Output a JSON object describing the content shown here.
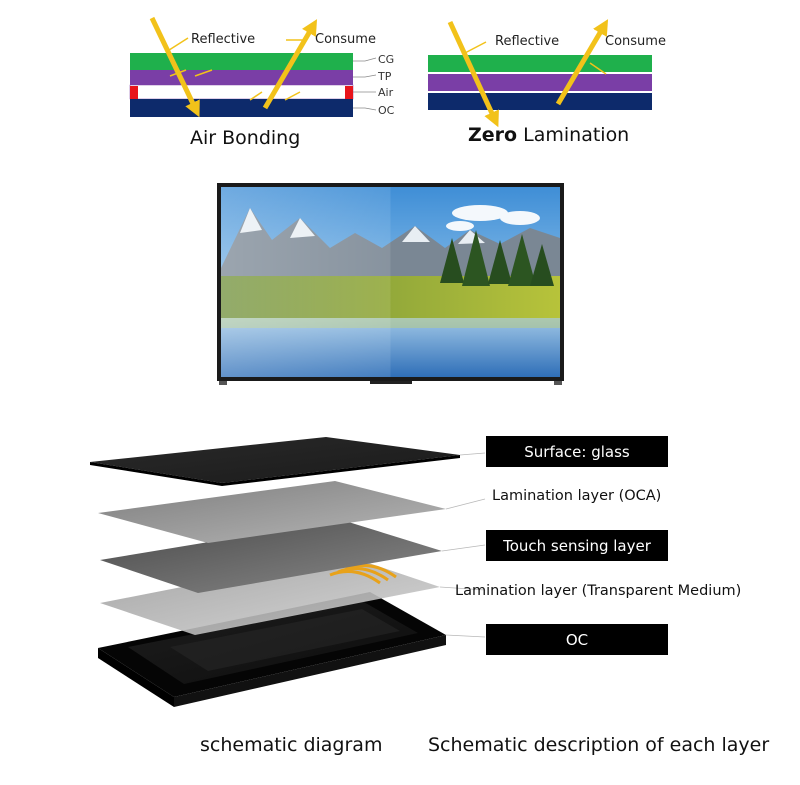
{
  "air_bonding": {
    "reflective": "Reflective",
    "consume": "Consume",
    "layer_labels": [
      "CG",
      "TP",
      "Air",
      "OC"
    ],
    "caption": "Air Bonding"
  },
  "zero_lamination": {
    "reflective": "Reflective",
    "consume": "Consume",
    "caption_bold": "Zero",
    "caption_rest": " Lamination"
  },
  "layers": [
    {
      "label": "Surface: glass",
      "boxed": true
    },
    {
      "label": "Lamination layer (OCA)",
      "boxed": false
    },
    {
      "label": "Touch sensing layer",
      "boxed": true
    },
    {
      "label": "Lamination layer (Transparent Medium)",
      "boxed": false
    },
    {
      "label": "OC",
      "boxed": true
    }
  ],
  "captions": {
    "left": "schematic diagram",
    "right": "Schematic description of each layer"
  },
  "colors": {
    "cg_green": "#1fb04c",
    "tp_purple": "#7a3ea6",
    "oc_navy": "#0d2a6b",
    "ray_yellow": "#f2c21a",
    "seal_red": "#e8141b"
  }
}
